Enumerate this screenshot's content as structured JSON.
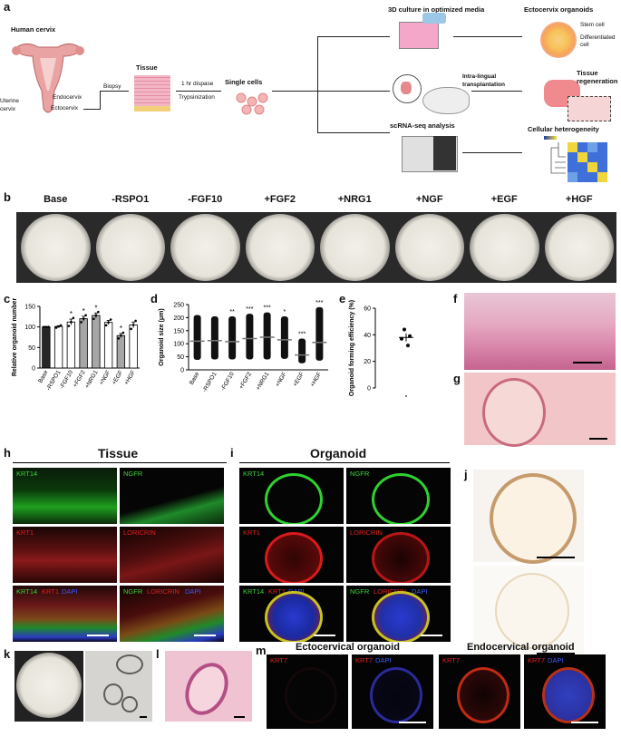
{
  "panels": {
    "a": "a",
    "b": "b",
    "c": "c",
    "d": "d",
    "e": "e",
    "f": "f",
    "g": "g",
    "h": "h",
    "i": "i",
    "j": "j",
    "k": "k",
    "l": "l",
    "m": "m"
  },
  "panel_a": {
    "human_cervix": "Human cervix",
    "uterine_cervix": "Uterine\ncervix",
    "endocervix": "Endocervix",
    "ectocervix": "Ectocervix",
    "biopsy": "Biopsy",
    "tissue": "Tissue",
    "dispase": "1 hr dispase",
    "trypsinization": "Trypsinization",
    "single_cells": "Single cells",
    "culture": "3D culture in optimized media",
    "ectocervix_organoids": "Ectocervix organoids",
    "stem_cell": "Stem cell",
    "differentiated_cell": "Differentiated\ncell",
    "intra_lingual": "Intra-lingual\ntransplantation",
    "tissue_regeneration": "Tissue\nregeneration",
    "scrna": "scRNA-seq analysis",
    "heterogeneity": "Cellular heterogeneity"
  },
  "panel_b": {
    "conditions": [
      "Base",
      "-RSPO1",
      "-FGF10",
      "+FGF2",
      "+NRG1",
      "+NGF",
      "+EGF",
      "+HGF"
    ]
  },
  "chart_data": [
    {
      "type": "bar",
      "id": "c",
      "ylabel": "Relative organoid number",
      "categories": [
        "Base",
        "-RSPO1",
        "-FGF10",
        "+FGF2",
        "+NRG1",
        "+NGF",
        "+EGF",
        "+HGF"
      ],
      "values": [
        100,
        101,
        112,
        120,
        128,
        111,
        79,
        105
      ],
      "errors": [
        0,
        2,
        7,
        6,
        6,
        5,
        5,
        7
      ],
      "bar_colors": [
        "#262626",
        "#ffffff",
        "#ffffff",
        "#a6a6a6",
        "#a6a6a6",
        "#ffffff",
        "#a6a6a6",
        "#ffffff"
      ],
      "significance": [
        "",
        "",
        "*",
        "*",
        "*",
        "",
        "*",
        ""
      ],
      "ylim": [
        0,
        150
      ],
      "yticks": [
        "0",
        "50",
        "100",
        "150"
      ]
    },
    {
      "type": "scatter",
      "id": "d",
      "ylabel": "Organoid size (μm)",
      "categories": [
        "Base",
        "-RSPO1",
        "-FGF10",
        "+FGF2",
        "+NRG1",
        "+NGF",
        "+EGF",
        "+HGF"
      ],
      "medians": [
        110,
        112,
        108,
        120,
        125,
        115,
        57,
        105
      ],
      "ranges": [
        [
          38,
          210
        ],
        [
          40,
          205
        ],
        [
          40,
          205
        ],
        [
          40,
          215
        ],
        [
          40,
          220
        ],
        [
          42,
          205
        ],
        [
          25,
          120
        ],
        [
          35,
          240
        ]
      ],
      "significance": [
        "",
        "",
        "**",
        "***",
        "***",
        "*",
        "***",
        "***"
      ],
      "ylim": [
        0,
        250
      ],
      "yticks": [
        "0",
        "50",
        "100",
        "150",
        "200",
        "250"
      ]
    },
    {
      "type": "scatter",
      "id": "e",
      "ylabel": "Organoid forming efficiency (%)",
      "points": [
        44,
        39,
        37,
        32
      ],
      "mean": 38,
      "sem": 3,
      "ylim": [
        0,
        60
      ],
      "yticks": [
        "0",
        "20",
        "40",
        "60"
      ]
    }
  ],
  "panel_h": {
    "heading": "Tissue",
    "krt14": "KRT14",
    "ngfr": "NGFR",
    "krt1": "KRT1",
    "loricrin": "LORICRIN",
    "dapi": "DAPI"
  },
  "panel_i": {
    "heading": "Organoid"
  },
  "panel_m": {
    "ecto": "Ectocervical organoid",
    "endo": "Endocervical organoid",
    "krt7": "KRT7"
  },
  "colors": {
    "green": "#3cd23c",
    "red": "#e22222",
    "blue": "#3b5bff",
    "he_pink": "#e9a9bf"
  }
}
